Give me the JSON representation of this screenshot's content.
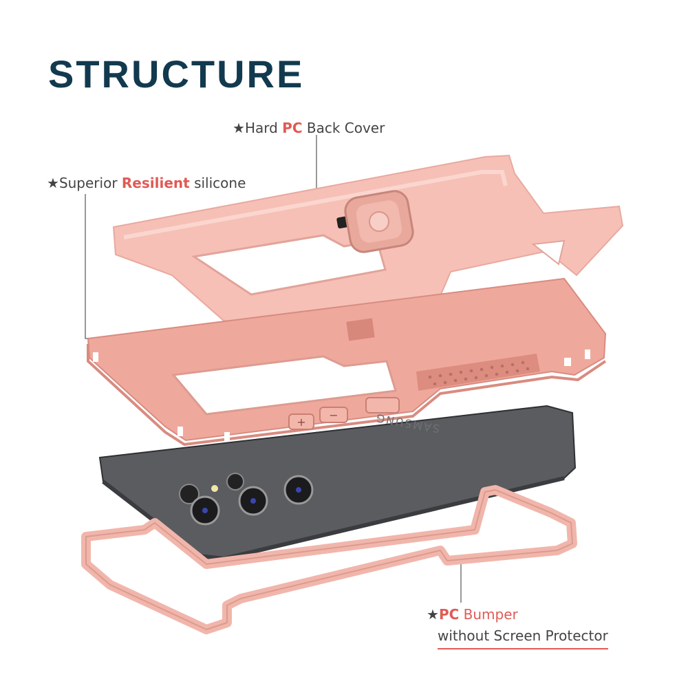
{
  "title": "STRUCTURE",
  "labels": {
    "back_cover": {
      "star": "★",
      "pre": "Hard ",
      "highlight": "PC",
      "post": " Back Cover"
    },
    "silicone": {
      "star": "★",
      "pre": "Superior ",
      "highlight": "Resilient",
      "post": " silicone"
    },
    "bumper": {
      "star": "★",
      "highlight": "PC",
      "post": " Bumper",
      "line2": "without Screen Protector"
    }
  },
  "phone_brand": "SAMSUNG",
  "buttons": {
    "plus": "+",
    "minus": "−"
  },
  "colors": {
    "title": "#123a4f",
    "accent": "#e05a55",
    "pink_light": "#f6c0b6",
    "pink_mid": "#eea79b",
    "pink_dark": "#d98b80",
    "phone": "#55575a"
  }
}
